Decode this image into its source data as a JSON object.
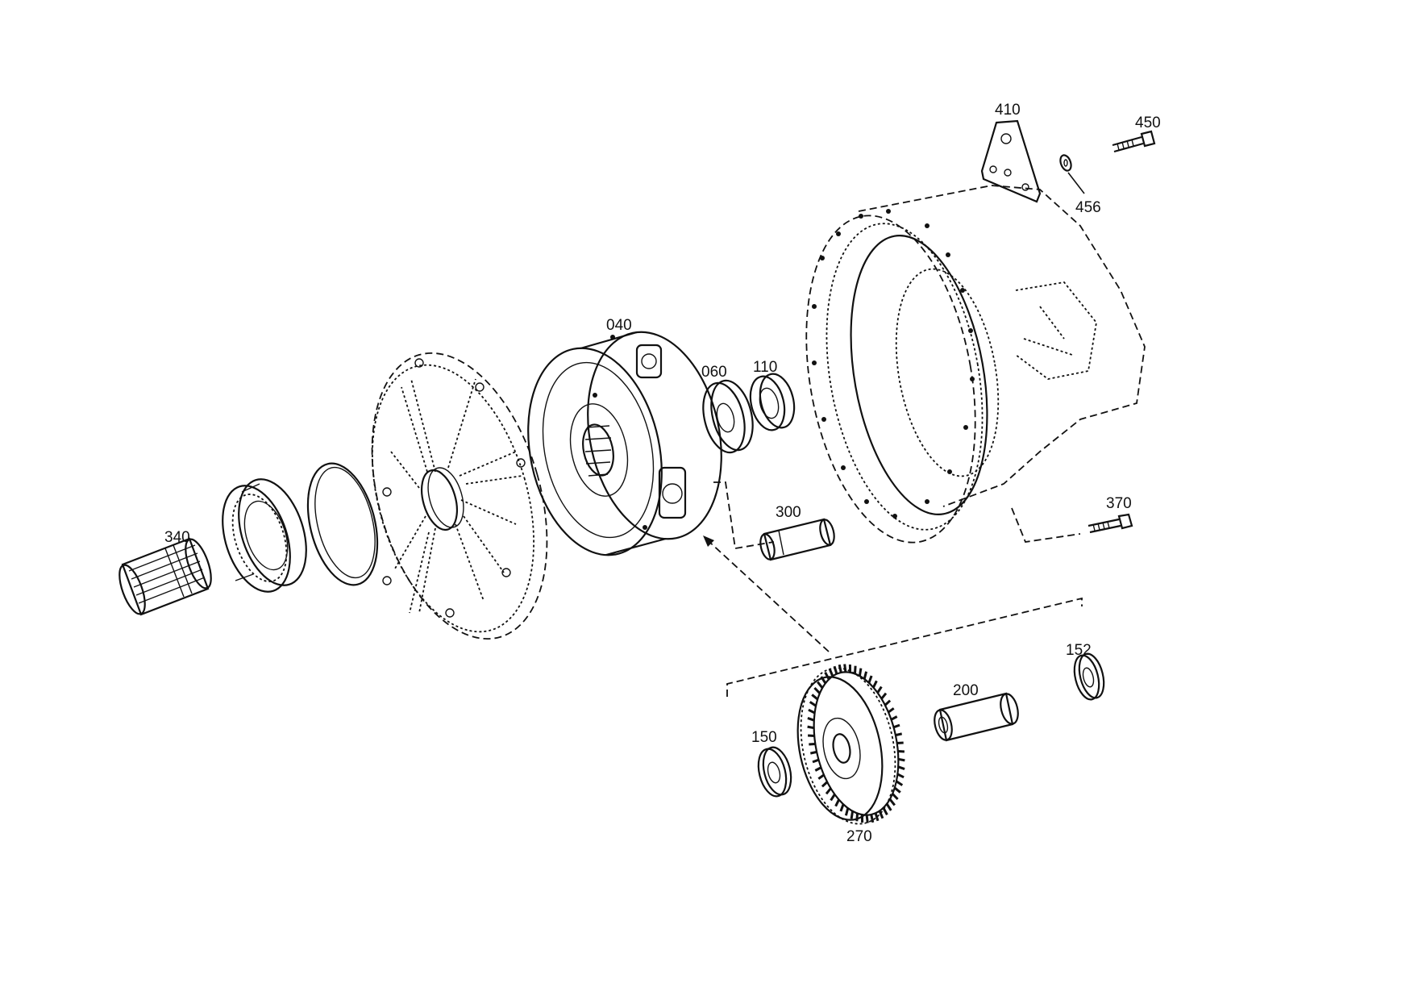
{
  "diagram": {
    "callouts": {
      "p040": "040",
      "p060": "060",
      "p110": "110",
      "p150": "150",
      "p152": "152",
      "p200": "200",
      "p270": "270",
      "p300": "300",
      "p340": "340",
      "p370": "370",
      "p410": "410",
      "p450": "450",
      "p456": "456"
    }
  }
}
